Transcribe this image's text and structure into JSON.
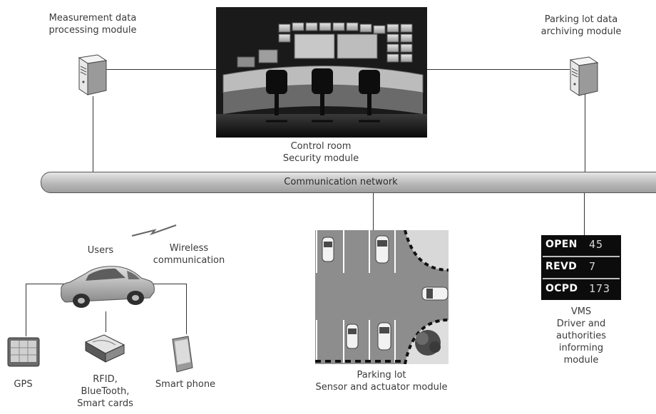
{
  "modules": {
    "measurement": {
      "line1": "Measurement data",
      "line2": "processing module"
    },
    "archiving": {
      "line1": "Parking lot data",
      "line2": "archiving module"
    },
    "control_room": {
      "line1": "Control room",
      "line2": "Security module"
    },
    "network": {
      "label": "Communication network"
    },
    "users": {
      "label": "Users"
    },
    "wireless": {
      "line1": "Wireless",
      "line2": "communication"
    },
    "gps": {
      "label": "GPS"
    },
    "rfid": {
      "line1": "RFID,",
      "line2": "BlueTooth,",
      "line3": "Smart cards"
    },
    "smartphone": {
      "label": "Smart phone"
    },
    "parking_lot": {
      "line1": "Parking lot",
      "line2": "Sensor and actuator module"
    },
    "vms": {
      "line1": "VMS",
      "line2": "Driver and",
      "line3": "authorities",
      "line4": "informing",
      "line5": "module",
      "rows": [
        {
          "key": "OPEN",
          "value": "45"
        },
        {
          "key": "REVD",
          "value": "7"
        },
        {
          "key": "OCPD",
          "value": "173"
        }
      ]
    }
  },
  "colors": {
    "line": "#333333",
    "network_fill": "#b9b9b9",
    "vms_background": "#0c0c0c"
  }
}
